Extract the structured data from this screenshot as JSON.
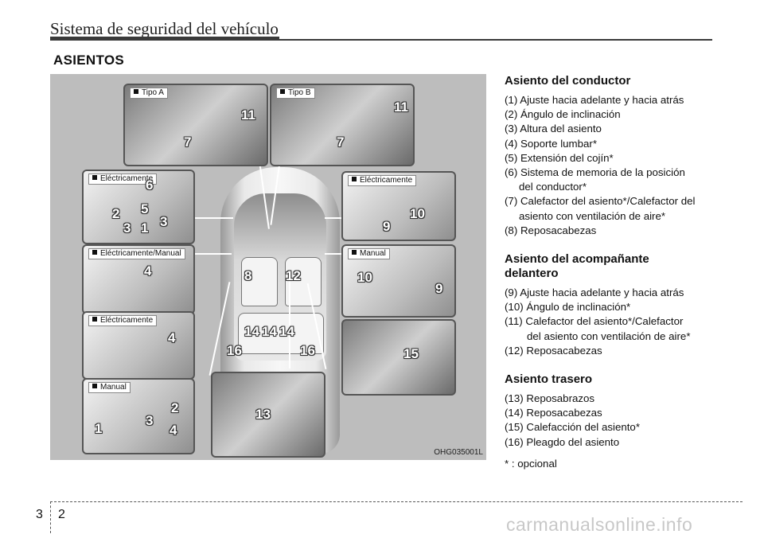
{
  "header": {
    "title": "Sistema de seguridad del vehículo"
  },
  "section": {
    "title": "ASIENTOS"
  },
  "figure": {
    "code": "OHG035001L",
    "panels": {
      "tipo_a": "Tipo A",
      "tipo_b": "Tipo B",
      "electric_left": "Eléctricamente",
      "electric_manual": "Eléctricamente/Manual",
      "electric_left_2": "Eléctricamente",
      "manual_left": "Manual",
      "electric_right": "Eléctricamente",
      "manual_right": "Manual"
    }
  },
  "driver": {
    "title": "Asiento del conductor",
    "items": [
      "(1) Ajuste hacia adelante y hacia atrás",
      "(2) Ángulo de inclinación",
      "(3) Altura del asiento",
      "(4) Soporte lumbar*",
      "(5) Extensión del cojín*",
      "(6) Sistema de memoria de la posición",
      "del conductor*",
      "(7) Calefactor del asiento*/Calefactor del",
      "asiento con ventilación de aire*",
      "(8) Reposacabezas"
    ]
  },
  "passenger": {
    "title_line1": "Asiento del acompañante",
    "title_line2": "delantero",
    "items": [
      "(9) Ajuste hacia adelante y hacia atrás",
      "(10) Ángulo de inclinación*",
      "(11) Calefactor del asiento*/Calefactor",
      "del asiento con ventilación de aire*",
      "(12) Reposacabezas"
    ]
  },
  "rear": {
    "title": "Asiento trasero",
    "items": [
      "(13) Reposabrazos",
      "(14) Reposacabezas",
      "(15) Calefacción del asiento*",
      "(16) Pleagdo del asiento"
    ]
  },
  "note": "* : opcional",
  "page": {
    "chapter": "3",
    "number": "2"
  },
  "watermark": "carmanualsonline.info"
}
